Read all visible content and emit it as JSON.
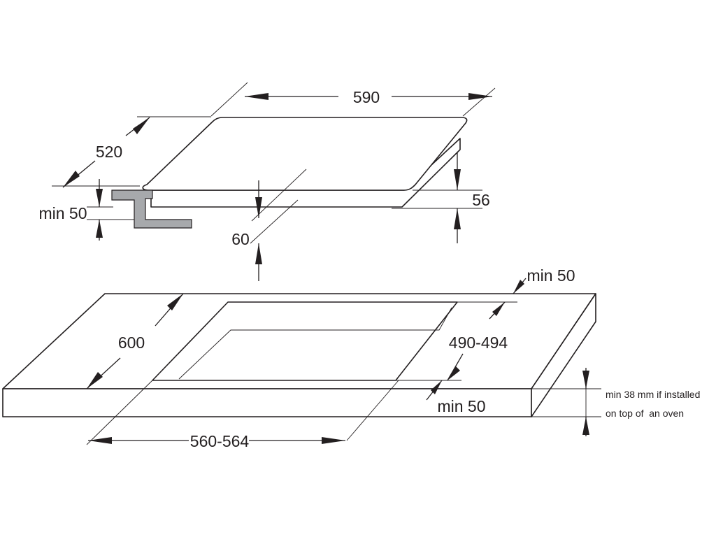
{
  "hob": {
    "width_label": "590",
    "depth_label": "520",
    "thickness_label": "56",
    "recess_label": "60",
    "bracket_clearance_label": "min 50"
  },
  "worktop": {
    "depth_label": "600",
    "cutout_depth_label": "490-494",
    "cutout_width_label": "560-564",
    "back_margin_label": "min 50",
    "front_margin_label": "min 50",
    "thickness_note_line1": "min 38 mm if installed",
    "thickness_note_line2": "on top of  an oven"
  },
  "colors": {
    "line": "#231f20",
    "bracket_fill": "#a7a9ac",
    "background": "#ffffff"
  }
}
